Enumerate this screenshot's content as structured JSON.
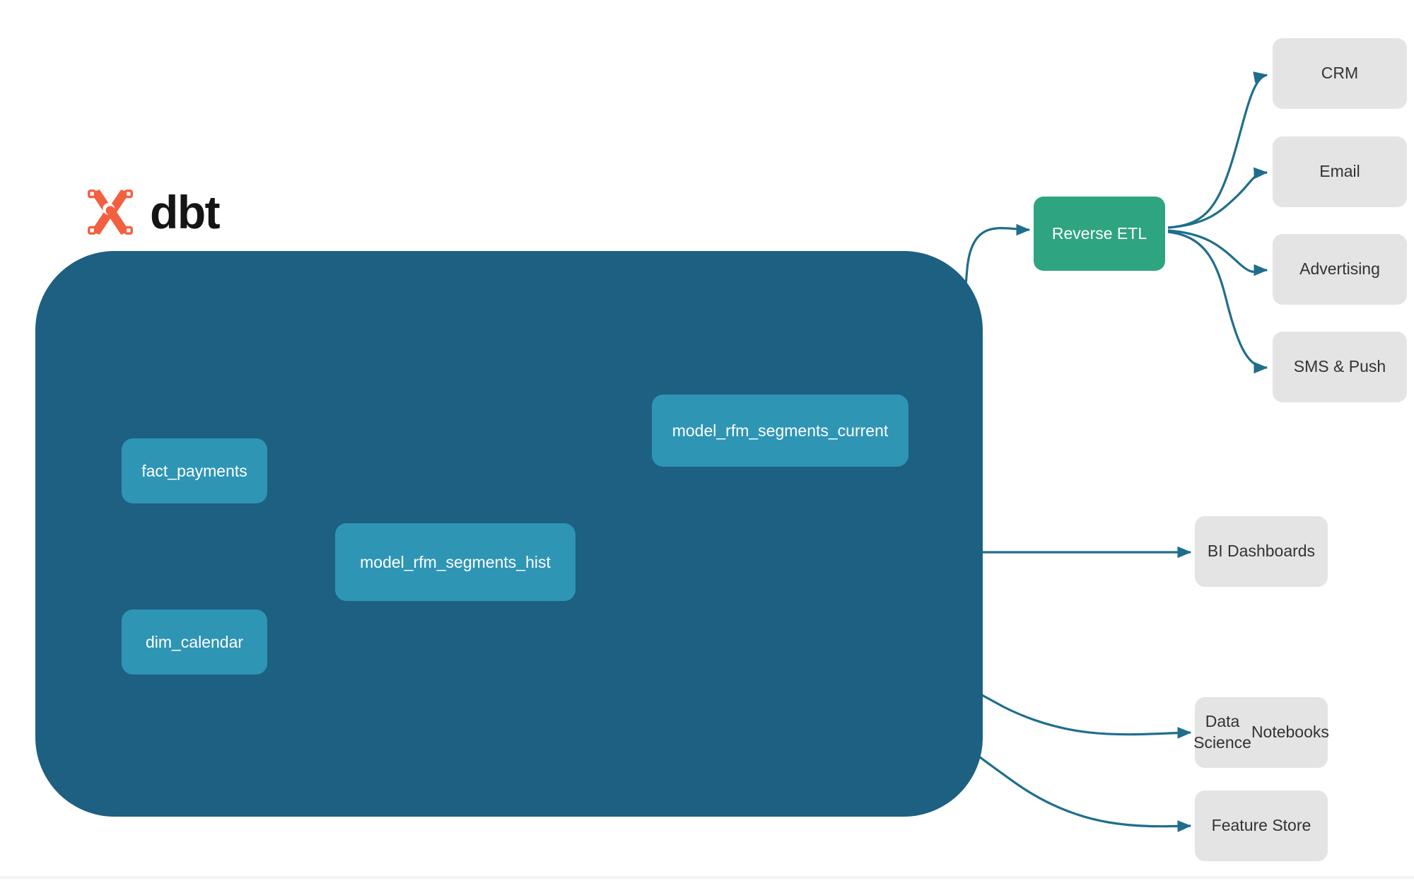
{
  "diagram": {
    "title": "dbt RFM segmentation lineage and activation",
    "logo": {
      "icon_name": "dbt-logo-icon",
      "wordmark": "dbt",
      "color": "#F2603F"
    },
    "colors": {
      "container": "#1D6082",
      "model_node": "#2E95B5",
      "reverse_etl": "#2FA481",
      "destination": "#E4E4E4",
      "edge_outer": "#1F6E8C",
      "edge_inner": "#3D9CBA",
      "canvas": "#FFFFFF"
    },
    "container": {
      "name": "dbt-project-container"
    },
    "models": [
      {
        "id": "fact_payments",
        "label": "fact_payments"
      },
      {
        "id": "dim_calendar",
        "label": "dim_calendar"
      },
      {
        "id": "model_rfm_segments_hist",
        "label": "model_rfm_segments_hist"
      },
      {
        "id": "model_rfm_segments_current",
        "label": "model_rfm_segments_current"
      }
    ],
    "reverse_etl": {
      "id": "reverse_etl",
      "label": "Reverse ETL"
    },
    "activation_destinations": [
      {
        "id": "crm",
        "label": "CRM"
      },
      {
        "id": "email",
        "label": "Email"
      },
      {
        "id": "advertising",
        "label": "Advertising"
      },
      {
        "id": "sms_push",
        "label": "SMS & Push"
      }
    ],
    "analytics_destinations": [
      {
        "id": "bi_dashboards",
        "label": "BI Dashboards"
      },
      {
        "id": "data_science_notebooks",
        "label": "Data Science\nNotebooks",
        "line1": "Data Science",
        "line2": "Notebooks"
      },
      {
        "id": "feature_store",
        "label": "Feature Store"
      }
    ],
    "edges": [
      {
        "from": "fact_payments",
        "to": "model_rfm_segments_hist",
        "style": "inner"
      },
      {
        "from": "dim_calendar",
        "to": "model_rfm_segments_hist",
        "style": "inner"
      },
      {
        "from": "model_rfm_segments_hist",
        "to": "model_rfm_segments_current",
        "style": "inner"
      },
      {
        "from": "model_rfm_segments_current",
        "to": "reverse_etl",
        "style": "outer"
      },
      {
        "from": "reverse_etl",
        "to": "crm",
        "style": "outer"
      },
      {
        "from": "reverse_etl",
        "to": "email",
        "style": "outer"
      },
      {
        "from": "reverse_etl",
        "to": "advertising",
        "style": "outer"
      },
      {
        "from": "reverse_etl",
        "to": "sms_push",
        "style": "outer"
      },
      {
        "from": "model_rfm_segments_hist",
        "to": "bi_dashboards",
        "style": "outer"
      },
      {
        "from": "model_rfm_segments_hist",
        "to": "data_science_notebooks",
        "style": "outer"
      },
      {
        "from": "model_rfm_segments_hist",
        "to": "feature_store",
        "style": "outer"
      }
    ]
  }
}
